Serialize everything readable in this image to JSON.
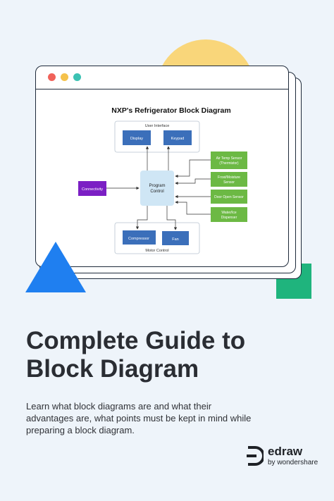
{
  "diagram": {
    "title": "NXP's Refrigerator Block Diagram",
    "user_interface_label": "User Interface",
    "display": "Display",
    "keypad": "Keypad",
    "program_control_line1": "Program",
    "program_control_line2": "Control",
    "connectivity": "Connectivity",
    "sensors": [
      {
        "line1": "Air Temp Sensor",
        "line2": "(Thermistor)"
      },
      {
        "line1": "Frost/Moisture",
        "line2": "Sensor"
      },
      {
        "line1": "Door Open Sensor",
        "line2": ""
      },
      {
        "line1": "Water/Ice",
        "line2": "Dispenser"
      }
    ],
    "compressor": "Compressor",
    "fan": "Fan",
    "motor_control_label": "Motor Control"
  },
  "headline": {
    "line1": "Complete Guide to",
    "line2": "Block Diagram"
  },
  "description": "Learn what block diagrams are and what their advantages are, what points must be kept in mind while preparing a block diagram.",
  "logo": {
    "name": "edraw",
    "sub": "by wondershare"
  },
  "colors": {
    "blue_block": "#3b6fba",
    "program_control": "#cfe6f5",
    "connectivity": "#7b1fc4",
    "sensor_green": "#6cb944",
    "sun": "#f9d67a",
    "triangle": "#1f7ff0",
    "square": "#1fb47d"
  }
}
